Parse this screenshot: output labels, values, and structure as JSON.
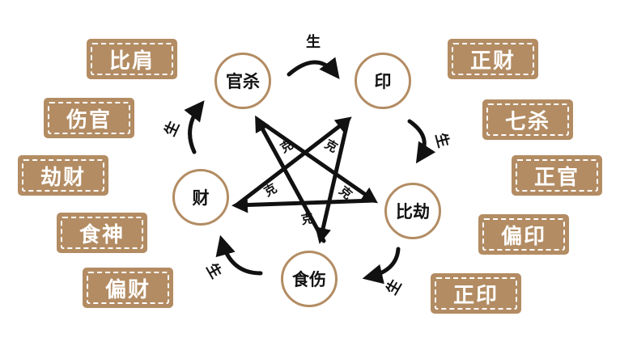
{
  "left_tags": [
    "比肩",
    "伤官",
    "劫财",
    "食神",
    "偏财"
  ],
  "right_tags": [
    "正财",
    "七杀",
    "正官",
    "偏印",
    "正印"
  ],
  "nodes": {
    "top_left": "官杀",
    "top_right": "印",
    "right": "比劫",
    "bottom": "食伤",
    "left": "财"
  },
  "generate_label": "生",
  "overcome_label": "克",
  "colors": {
    "tag_bg": "#b38c63",
    "tag_border": "#ffffff",
    "ink": "#111111"
  }
}
